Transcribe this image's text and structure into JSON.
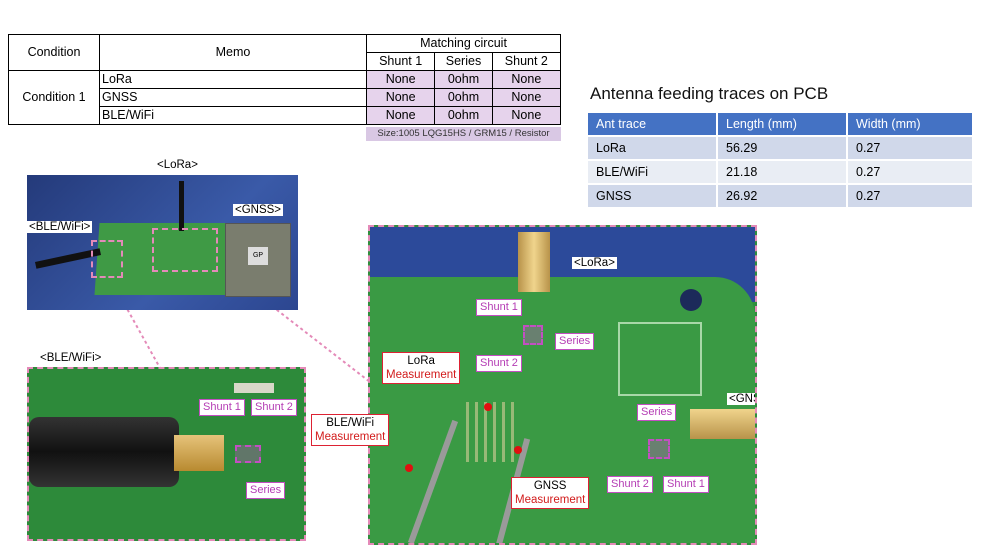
{
  "matching_table": {
    "headers": {
      "condition": "Condition",
      "memo": "Memo",
      "matching": "Matching circuit",
      "shunt1": "Shunt 1",
      "series": "Series",
      "shunt2": "Shunt 2"
    },
    "condition_label": "Condition 1",
    "rows": [
      {
        "memo": "LoRa",
        "shunt1": "None",
        "series": "0ohm",
        "shunt2": "None"
      },
      {
        "memo": "GNSS",
        "shunt1": "None",
        "series": "0ohm",
        "shunt2": "None"
      },
      {
        "memo": "BLE/WiFi",
        "shunt1": "None",
        "series": "0ohm",
        "shunt2": "None"
      }
    ],
    "size_note": "Size:1005  LQG15HS / GRM15 / Resistor"
  },
  "trace_table": {
    "title": "Antenna feeding traces on PCB",
    "headers": [
      "Ant trace",
      "Length (mm)",
      "Width (mm)"
    ],
    "rows": [
      [
        "LoRa",
        "56.29",
        "0.27"
      ],
      [
        "BLE/WiFi",
        "21.18",
        "0.27"
      ],
      [
        "GNSS",
        "26.92",
        "0.27"
      ]
    ]
  },
  "photo_labels": {
    "lora_top": "<LoRa>",
    "ble_left": "<BLE/WiFi>",
    "gnss_box": "<GNSS>",
    "ble_photo_title": "<BLE/WiFi>",
    "gps_chip": "GP",
    "lora_main": "<LoRa>",
    "gnss_main": "<GNSS>"
  },
  "ble_photo": {
    "shunt1": "Shunt 1",
    "shunt2": "Shunt 2",
    "series": "Series"
  },
  "main_photo": {
    "lora_shunt1": "Shunt 1",
    "lora_series": "Series",
    "lora_shunt2": "Shunt 2",
    "lora_meas_top": "LoRa",
    "lora_meas_bottom": "Measurement",
    "ble_meas_top": "BLE/WiFi",
    "ble_meas_bottom": "Measurement",
    "gnss_meas_top": "GNSS",
    "gnss_meas_bottom": "Measurement",
    "gnss_series": "Series",
    "gnss_shunt2": "Shunt 2",
    "gnss_shunt1": "Shunt 1"
  },
  "colors": {
    "pcb": "#2f8f3d",
    "accent_blue": "#4472c4",
    "marker_magenta": "#c24fc2",
    "measure_red": "#d21b1b"
  }
}
